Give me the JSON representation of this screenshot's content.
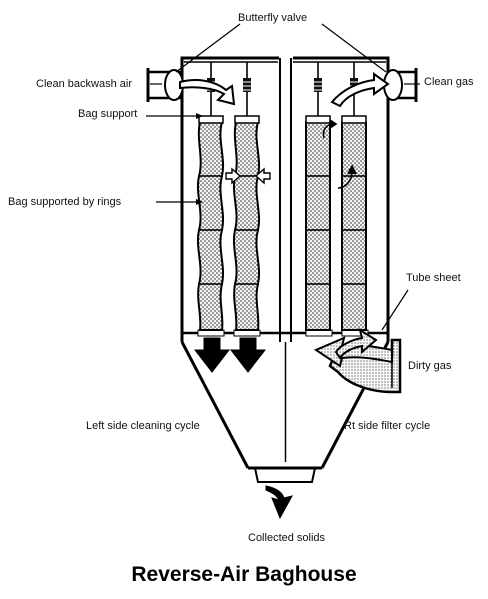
{
  "title": "Reverse-Air Baghouse",
  "labels": {
    "butterfly_valve": "Butterfly valve",
    "clean_backwash_air": "Clean backwash air",
    "clean_gas": "Clean gas",
    "bag_support": "Bag support",
    "bag_supported_by_rings": "Bag supported by rings",
    "tube_sheet": "Tube sheet",
    "dirty_gas": "Dirty gas",
    "left_side_cleaning_cycle": "Left side cleaning cycle",
    "rt_side_filter_cycle": "Rt side filter cycle",
    "collected_solids": "Collected solids"
  }
}
